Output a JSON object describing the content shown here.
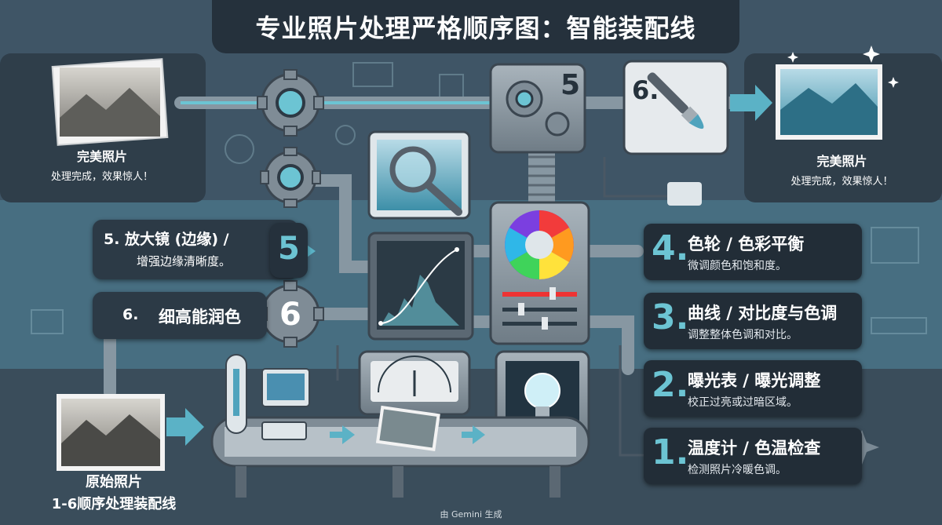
{
  "title": "专业照片处理严格顺序图：智能装配线",
  "top_left": {
    "heading": "完美照片",
    "subtext": "处理完成，效果惊人！"
  },
  "top_right": {
    "heading": "完美照片",
    "subtext": "处理完成，效果惊人！"
  },
  "bottom_left": {
    "heading": "原始照片",
    "subtext": "1-6顺序处理装配线"
  },
  "left_step5": {
    "line1": "5. 放大镜 (边缘) /",
    "line2": "增强边缘清晰度。",
    "badge": "5"
  },
  "left_step6": {
    "num": "6.",
    "text": "细高能润色",
    "gear_num": "6"
  },
  "machine_labels": {
    "gear_box": "5",
    "brush_box": "6."
  },
  "steps": [
    {
      "num": "4.",
      "head": "色轮 / 色彩平衡",
      "desc": "微调颜色和饱和度。"
    },
    {
      "num": "3.",
      "head": "曲线 / 对比度与色调",
      "desc": "调整整体色调和对比。"
    },
    {
      "num": "2.",
      "head": "曝光表 / 曝光调整",
      "desc": "校正过亮或过暗区域。"
    },
    {
      "num": "1.",
      "head": "温度计 / 色温检查",
      "desc": "检测照片冷暖色调。"
    }
  ],
  "footer": "由 Gemini 生成",
  "colors": {
    "background": "#3f5566",
    "panel": "#25313c",
    "accent": "#6cc4d3",
    "machine": "#8e9aa4"
  }
}
